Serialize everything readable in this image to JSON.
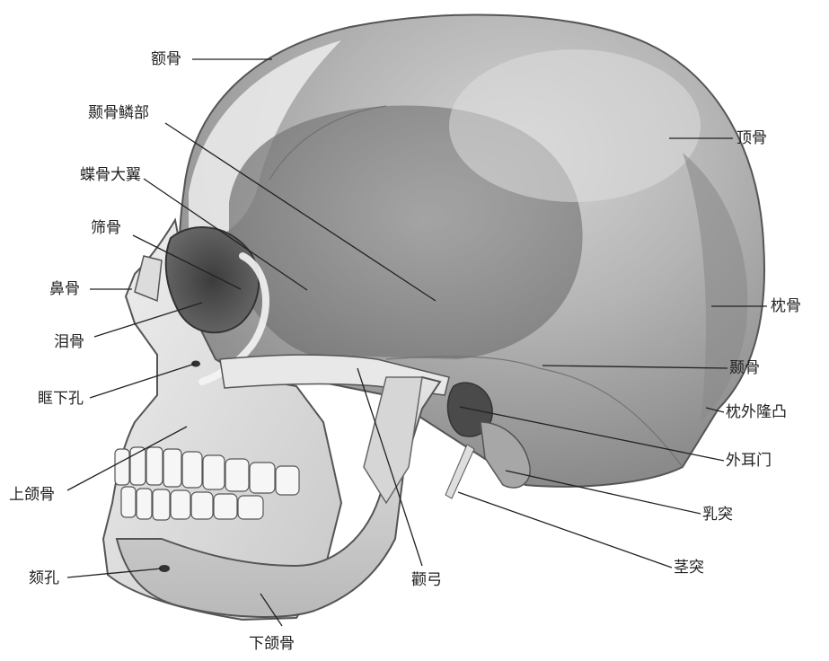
{
  "labels": {
    "frontal": "额骨",
    "temporal_squama": "颞骨鳞部",
    "sphenoid_greater_wing": "蝶骨大翼",
    "ethmoid": "筛骨",
    "nasal": "鼻骨",
    "lacrimal": "泪骨",
    "infraorbital_foramen": "眶下孔",
    "maxilla": "上颌骨",
    "mental_foramen": "颏孔",
    "mandible": "下颌骨",
    "zygomatic_arch": "颧弓",
    "styloid": "茎突",
    "mastoid": "乳突",
    "external_acoustic_meatus": "外耳门",
    "external_occipital_protuberance": "枕外隆凸",
    "temporal": "颞骨",
    "occipital": "枕骨",
    "parietal": "顶骨"
  },
  "colors": {
    "ink": "#222222",
    "bone_light": "#e6e6e6",
    "bone_mid": "#bdbdbd",
    "bone_dark": "#7e7e7e",
    "shadow": "#4a4a4a"
  }
}
